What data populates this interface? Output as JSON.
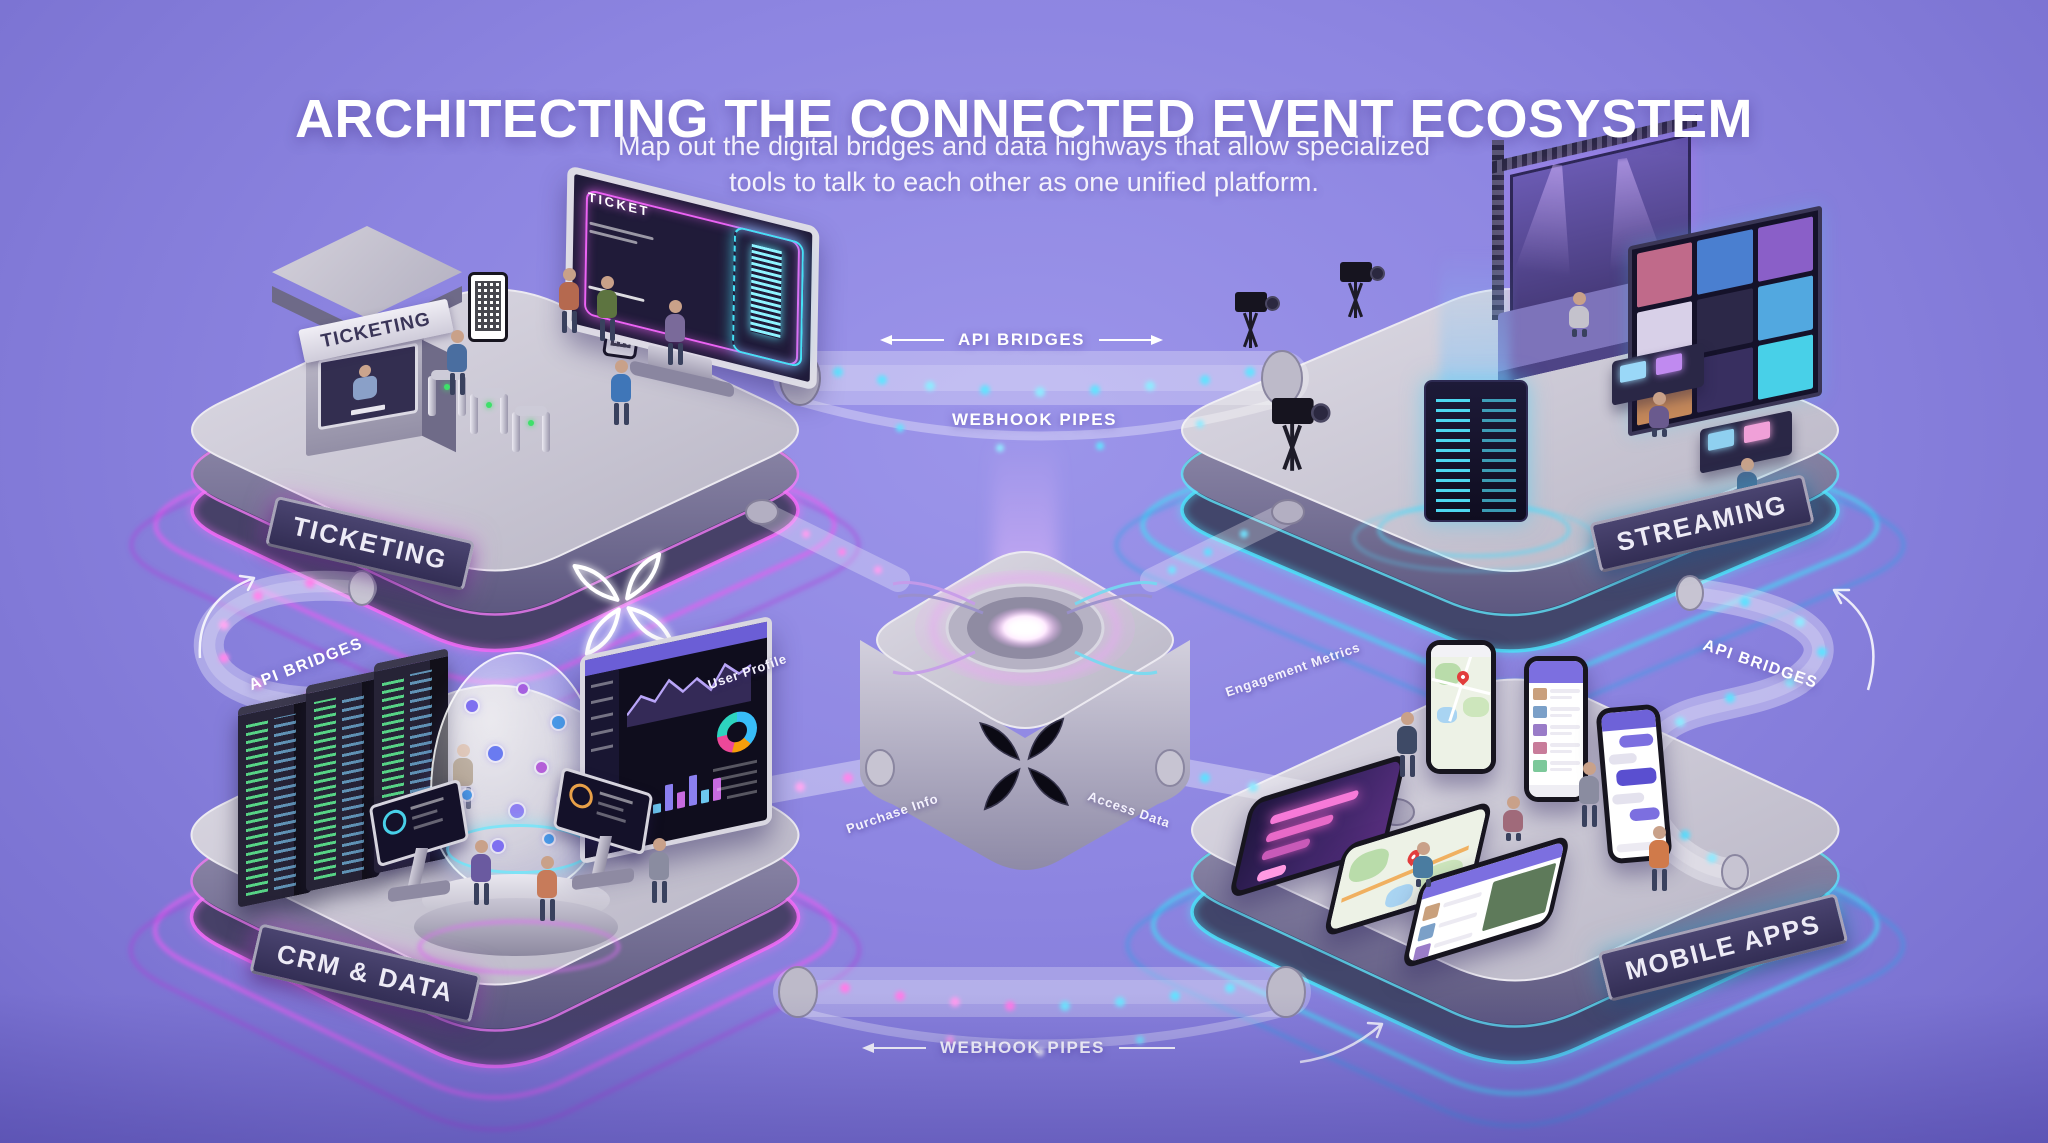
{
  "header": {
    "title": "ARCHITECTING THE CONNECTED EVENT ECOSYSTEM",
    "subtitle_line1": "Map out the digital bridges and data highways that allow specialized",
    "subtitle_line2": "tools to talk to each other as one unified platform."
  },
  "platforms": {
    "ticketing": {
      "label": "TICKETING",
      "booth_sign": "TICKETING",
      "screen_title": "TICKET"
    },
    "streaming": {
      "label": "STREAMING"
    },
    "crm": {
      "label": "CRM & DATA"
    },
    "mobile": {
      "label": "MOBILE APPS"
    }
  },
  "connectors": {
    "api_bridges_top": "API BRIDGES",
    "webhook_pipes_top": "WEBHOOK PIPES",
    "api_bridges_left": "API BRIDGES",
    "api_bridges_right": "API BRIDGES",
    "webhook_pipes_bottom": "WEBHOOK PIPES"
  },
  "data_streams": {
    "user_profile": "User Profile",
    "purchase_info": "Purchase Info",
    "engagement_metrics": "Engagement Metrics",
    "access_data": "Access Data"
  },
  "colors": {
    "background": "#8C84E0",
    "neon_magenta": "#E85CF0",
    "neon_cyan": "#3FD9F6",
    "platform_top": "#CCC9D5",
    "platform_side": "#5E5A80",
    "plaque_navy": "#3B3660"
  }
}
